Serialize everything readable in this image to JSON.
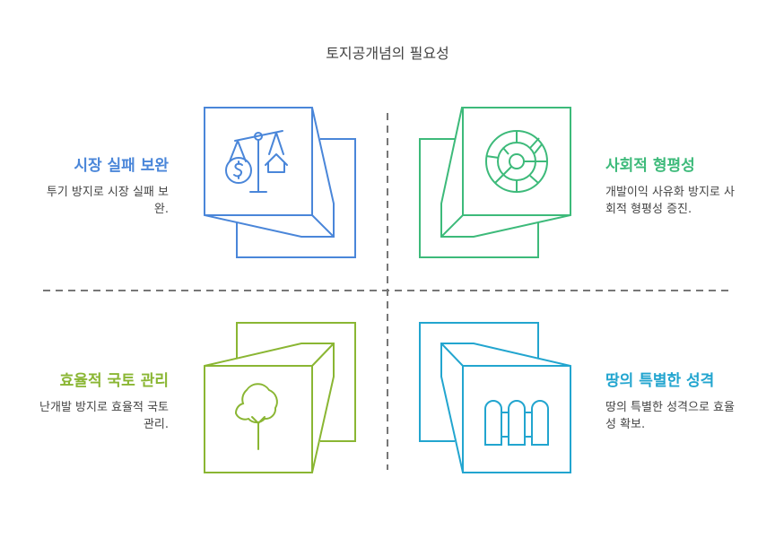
{
  "title": "토지공개념의 필요성",
  "colors": {
    "blue": "#4A86D9",
    "green": "#3DBA7A",
    "olive": "#8AB633",
    "cyan": "#22A5CF",
    "divider": "#777777",
    "text": "#444444"
  },
  "quadrants": [
    {
      "position": "top-left",
      "heading": "시장 실패 보완",
      "description": "투기 방지로 시장 실패 보완.",
      "color": "#4A86D9",
      "icon": "balance-scale-money-house-icon"
    },
    {
      "position": "top-right",
      "heading": "사회적 형평성",
      "description": "개발이익 사유화 방지로 사회적 형평성 증진.",
      "color": "#3DBA7A",
      "icon": "target-wheel-icon"
    },
    {
      "position": "bottom-left",
      "heading": "효율적 국토 관리",
      "description": "난개발 방지로 효율적 국토 관리.",
      "color": "#8AB633",
      "icon": "tree-icon"
    },
    {
      "position": "bottom-right",
      "heading": "땅의 특별한 성격",
      "description": "땅의 특별한 성격으로 효율성 확보.",
      "color": "#22A5CF",
      "icon": "fence-icon"
    }
  ]
}
